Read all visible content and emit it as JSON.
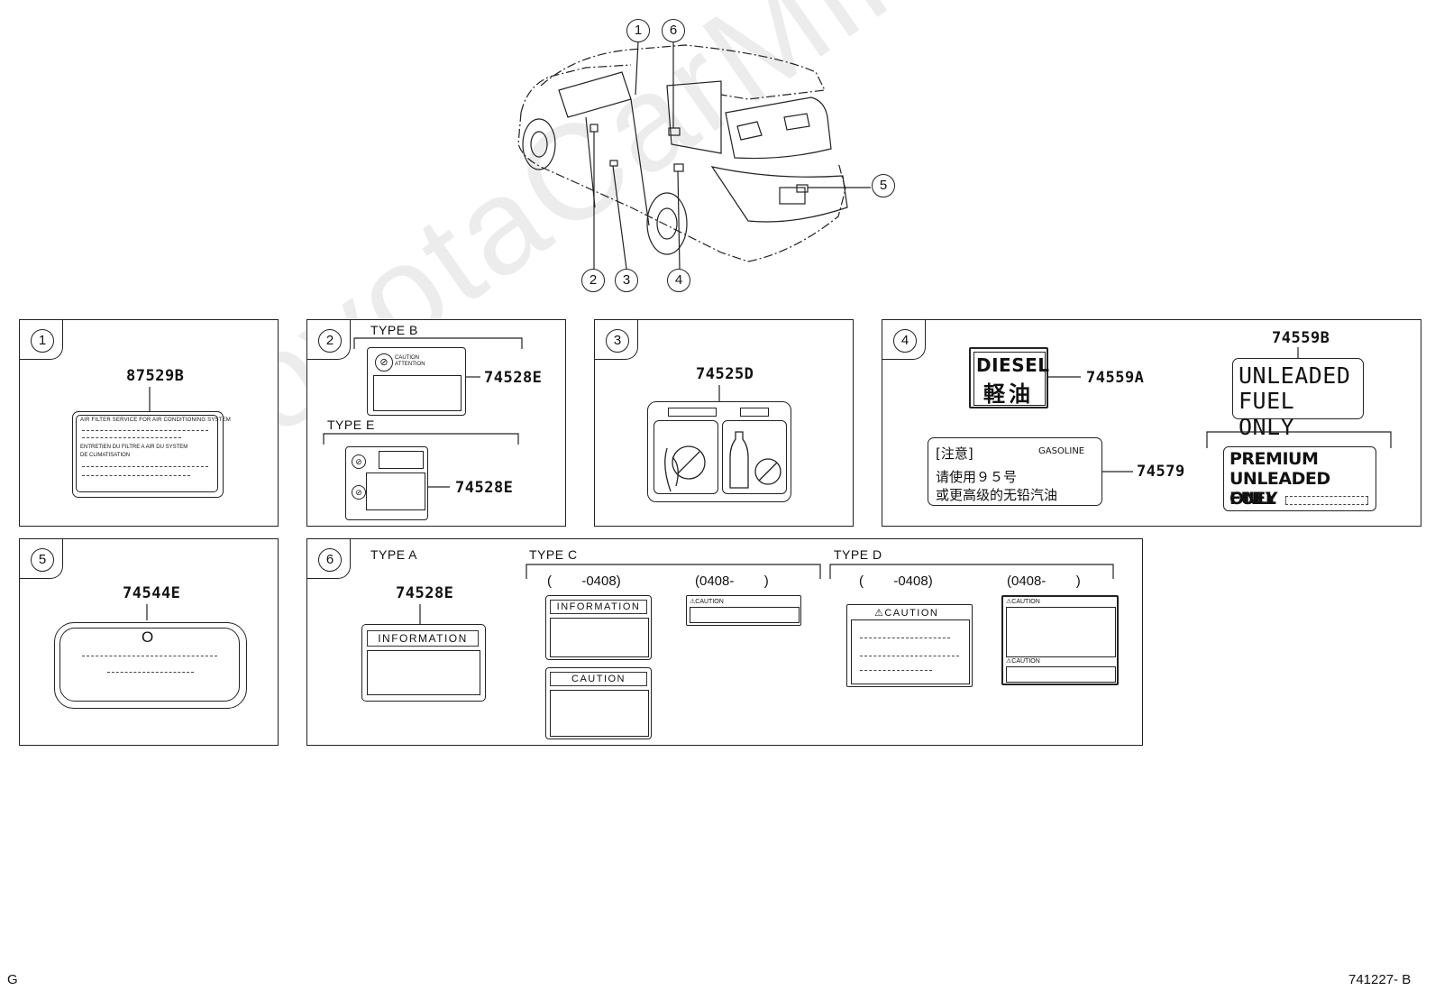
{
  "watermark": "ToyotaCarMine.ru",
  "footer": {
    "left": "G",
    "right": "741227- B"
  },
  "overview": {
    "callouts": [
      "1",
      "6",
      "5",
      "2",
      "3",
      "4"
    ]
  },
  "panels": {
    "p1": {
      "num": "1",
      "part": "87529B",
      "label_lines": [
        "AIR FILTER SERVICE FOR AIR CONDITIONING SYSTEM",
        "ENTRETIEN DU FILTRE A AIR DU SYSTEM",
        "DE CLIMATISATION"
      ]
    },
    "p2": {
      "num": "2",
      "type_b": "TYPE B",
      "part_b": "74528E",
      "type_e": "TYPE E",
      "part_e": "74528E",
      "caution_text": "CAUTION ATTENTION"
    },
    "p3": {
      "num": "3",
      "part": "74525D"
    },
    "p4": {
      "num": "4",
      "part_a": "74559A",
      "part_b": "74559B",
      "part_c": "74579",
      "diesel": "DIESEL",
      "diesel_cn": "軽油",
      "unleaded_1": "UNLEADED",
      "unleaded_2": "FUEL ONLY",
      "cn_note": "[注意]",
      "gasoline": "GASOLINE",
      "cn_line1": "请使用９５号",
      "cn_line2": "或更高级的无铅汽油",
      "premium_1": "PREMIUM",
      "premium_2": "UNLEADED FUEL",
      "premium_3": "ONLY"
    },
    "p5": {
      "num": "5",
      "part": "74544E",
      "mark": "O"
    },
    "p6": {
      "num": "6",
      "type_a": "TYPE A",
      "part_a": "74528E",
      "information": "INFORMATION",
      "type_c": "TYPE C",
      "type_d": "TYPE D",
      "range_c1": "(        -0408)",
      "range_c2": "(0408-        )",
      "range_d1": "(        -0408)",
      "range_d2": "(0408-        )",
      "info_c": "INFORMATION",
      "caution_c": "CAUTION",
      "caution_small": "⚠CAUTION",
      "caution_d": "⚠CAUTION"
    }
  }
}
